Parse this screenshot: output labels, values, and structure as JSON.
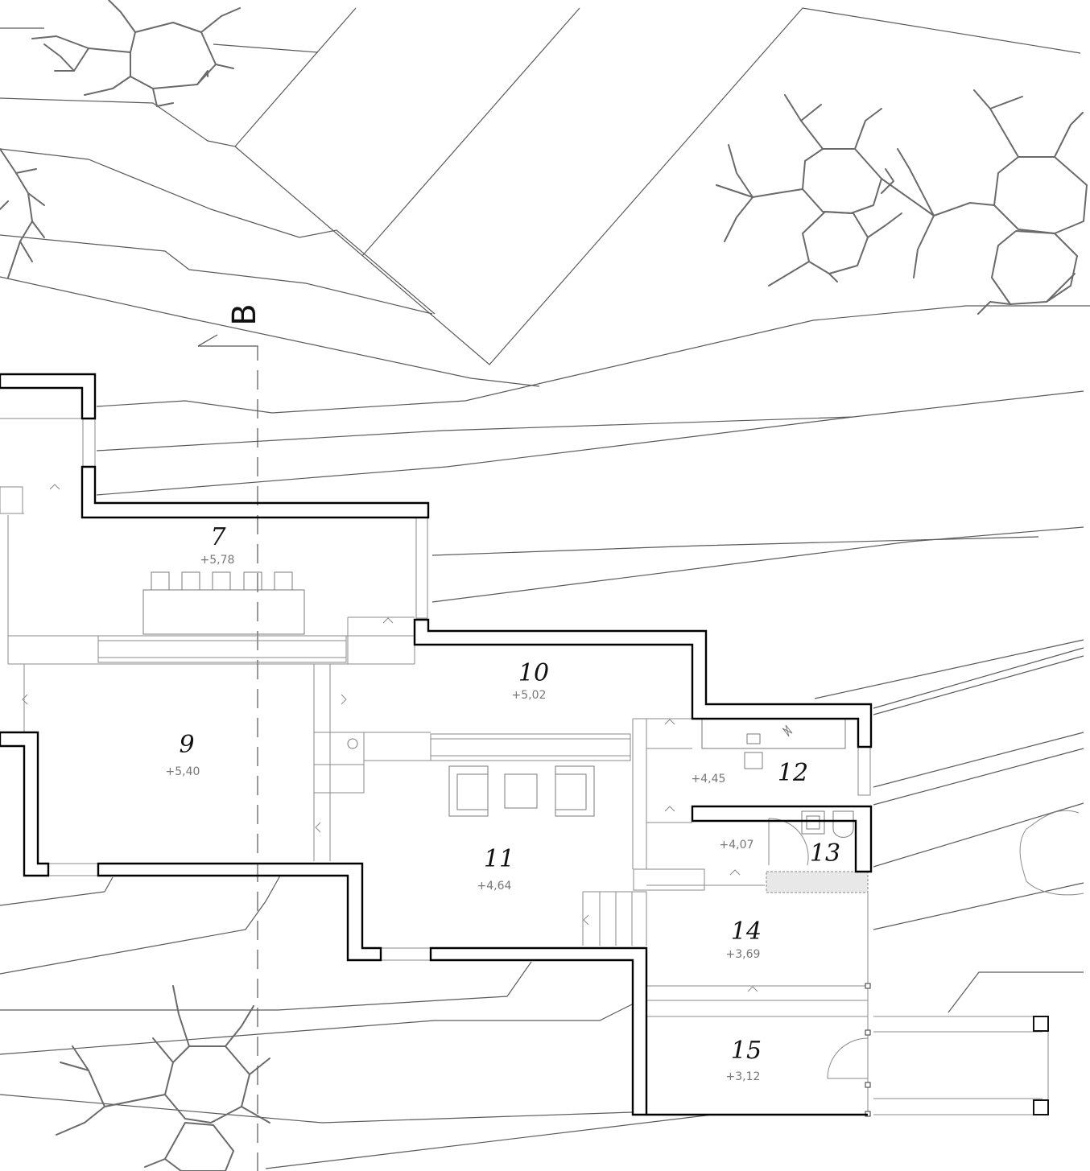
{
  "section_marker": {
    "label": "B"
  },
  "rooms": [
    {
      "number": "7",
      "level": "+5,78"
    },
    {
      "number": "9",
      "level": "+5,40"
    },
    {
      "number": "10",
      "level": "+5,02"
    },
    {
      "number": "11",
      "level": "+4,64"
    },
    {
      "number": "12",
      "level": "+4,45"
    },
    {
      "number": "13",
      "level": "+4,07"
    },
    {
      "number": "14",
      "level": "+3,69"
    },
    {
      "number": "15",
      "level": "+3,12"
    }
  ],
  "colors": {
    "wall": "#000000",
    "contour": "#5a5a5a",
    "tree": "#6a6a6a",
    "label": "#111111",
    "level": "#777777"
  }
}
